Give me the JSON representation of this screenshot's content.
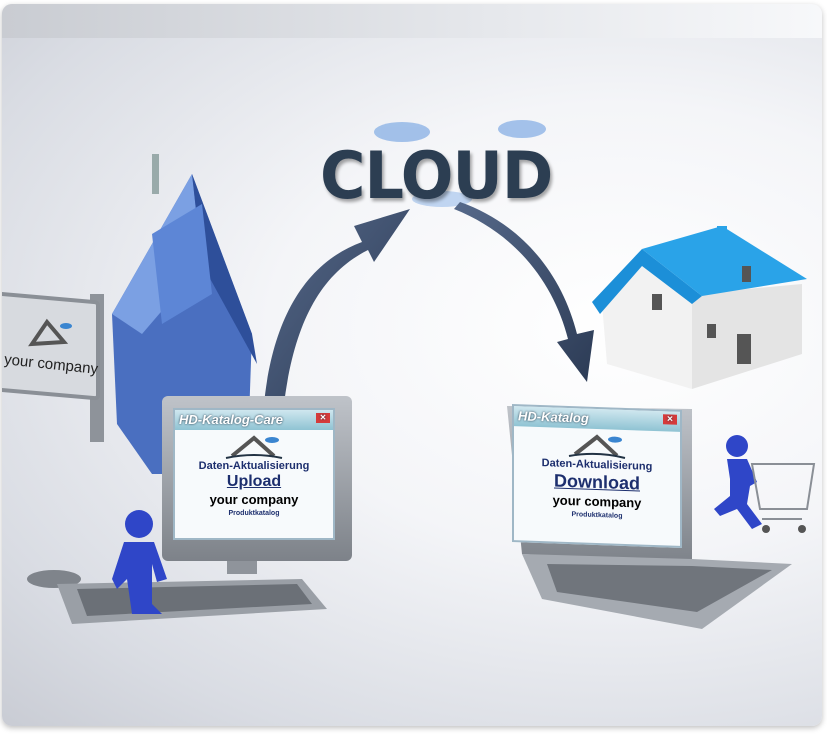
{
  "cloud": {
    "title": "CLOUD"
  },
  "sign": {
    "text": "your company"
  },
  "upload_screen": {
    "window_title": "HD-Katalog-Care",
    "close_icon": "close-icon",
    "line1": "Daten-Aktualisierung",
    "action": "Upload",
    "company": "your company",
    "product": "Produktkatalog"
  },
  "download_screen": {
    "window_title": "HD-Katalog",
    "close_icon": "close-icon",
    "line1": "Daten-Aktualisierung",
    "action": "Download",
    "company": "your company",
    "product": "Produktkatalog"
  },
  "colors": {
    "figure_blue": "#2f46c8",
    "house_blue": "#4a78c8",
    "roof_blue": "#1c8fd8",
    "arrow": "#3d5070"
  }
}
